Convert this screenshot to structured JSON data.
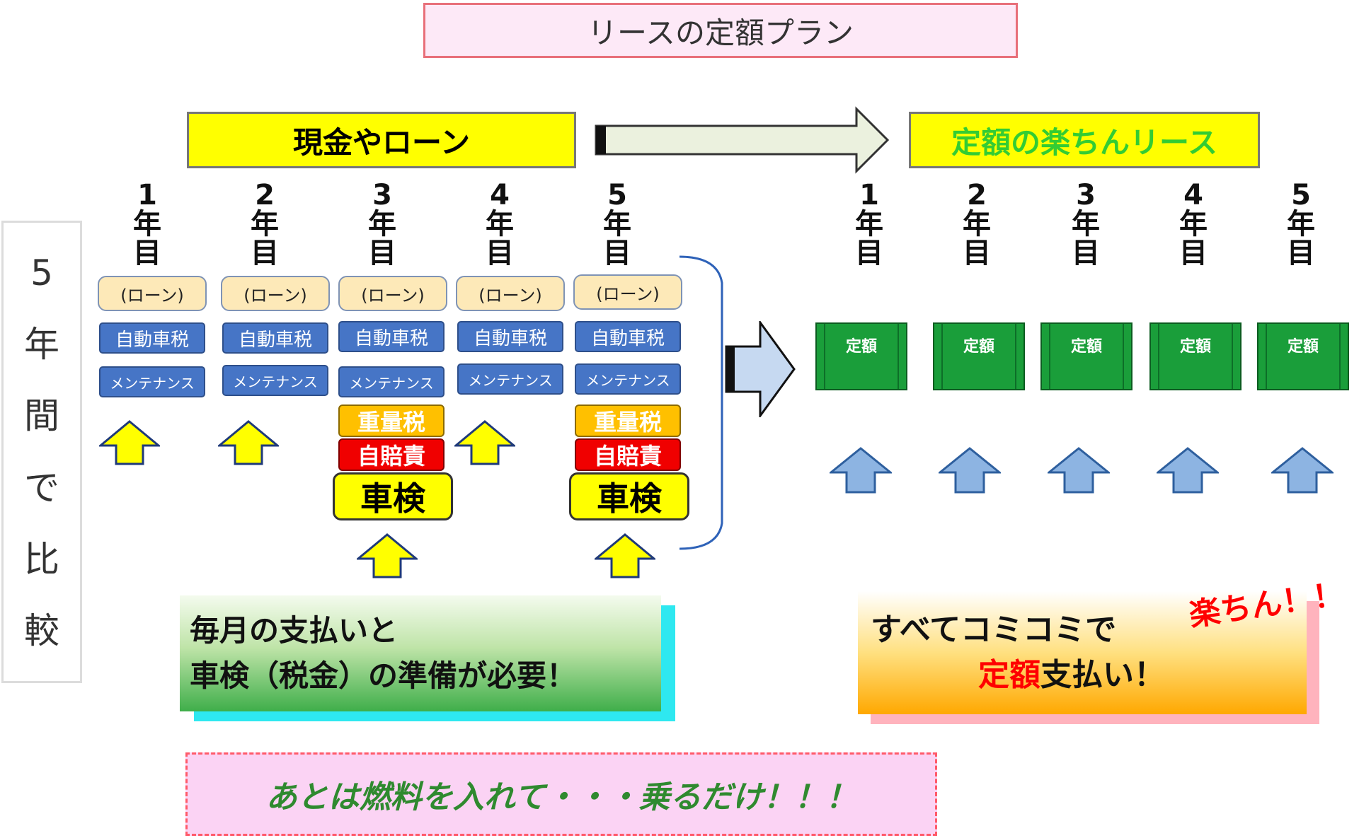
{
  "title": "リースの定額プラン",
  "side_label": [
    "5",
    "年",
    "間",
    "で",
    "比",
    "較"
  ],
  "left_banner": "現金やローン",
  "right_banner": "定額の楽ちんリース",
  "year_labels": [
    [
      "1",
      "年",
      "目"
    ],
    [
      "2",
      "年",
      "目"
    ],
    [
      "3",
      "年",
      "目"
    ],
    [
      "4",
      "年",
      "目"
    ],
    [
      "5",
      "年",
      "目"
    ]
  ],
  "cost_items": {
    "loan": "(ローン)",
    "auto_tax": "自動車税",
    "maintenance": "メンテナンス",
    "weight_tax": "重量税",
    "insurance": "自賠責",
    "inspection": "車検"
  },
  "fixed_label": "定額",
  "left_message": [
    "毎月の支払いと",
    "車検（税金）の準備が必要！"
  ],
  "right_message": {
    "line1": "すべてコミコミで",
    "rakuchin": "楽ちん！！",
    "fixed_word": "定額",
    "line2_rest": "支払い！"
  },
  "fuel_message": "あとは燃料を入れて・・・乗るだけ！！！",
  "colors": {
    "yellow_arrow": "#ffff00",
    "blue_arrow": "#8db4e2",
    "fixed_green": "#1a9e3a",
    "right_banner_text": "#33cc33",
    "red_text": "#ff0000"
  }
}
